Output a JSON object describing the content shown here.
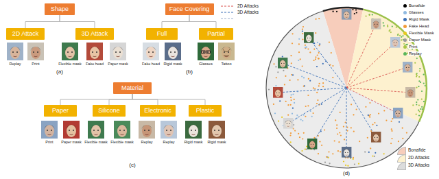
{
  "diagram": {
    "nodes": [
      {
        "text": [
          "Shape"
        ]
      },
      {
        "text": [
          "2D Attack"
        ]
      },
      {
        "text": [
          "3D Attack"
        ]
      },
      {
        "text": [
          "Face Covering"
        ]
      },
      {
        "text": [
          "Full"
        ]
      },
      {
        "text": [
          "Partial"
        ]
      },
      {
        "text": [
          "Material"
        ]
      },
      {
        "text": [
          "Paper"
        ]
      },
      {
        "text": [
          "Silicone"
        ]
      },
      {
        "text": [
          "Electronic"
        ]
      },
      {
        "text": [
          "Plastic"
        ]
      }
    ],
    "edges": [
      {
        "from": 0,
        "to": 1,
        "arrow": "none"
      },
      {
        "from": 0,
        "to": 2,
        "arrow": "none"
      },
      {
        "from": 3,
        "to": 4,
        "arrow": "none"
      },
      {
        "from": 3,
        "to": 5,
        "arrow": "none"
      },
      {
        "from": 6,
        "to": 7,
        "arrow": "none"
      },
      {
        "from": 6,
        "to": 8,
        "arrow": "none"
      },
      {
        "from": 6,
        "to": 9,
        "arrow": "none"
      },
      {
        "from": 6,
        "to": 10,
        "arrow": "none"
      }
    ],
    "labels": [
      "Replay",
      "Print",
      "Flexible mask",
      "Fake head",
      "Paper mask",
      "(a)",
      "Fake head",
      "Rigid mask",
      "Glasses",
      "Tattoo",
      "(b)",
      "Print",
      "Paper mask",
      "Flexible mask",
      "Flexible mask",
      "Replay",
      "Replay",
      "Rigid mask",
      "Rigid mask",
      "(c)",
      "(d)"
    ],
    "legend": [
      {
        "text": "2D Attacks"
      },
      {
        "text": "3D Attacks"
      },
      {
        "text": "Bonafide",
        "color": "#000000"
      },
      {
        "text": "Glasses",
        "color": "#8fb9e0"
      },
      {
        "text": "Rigid Mask",
        "color": "#3b6fb6"
      },
      {
        "text": "Fake Head",
        "color": "#f29b38"
      },
      {
        "text": "Flexible Mask",
        "color": "#e8c91f"
      },
      {
        "text": "Paper Mask",
        "color": "#9a9a9a"
      },
      {
        "text": "Print",
        "color": "#a8c545"
      },
      {
        "text": "Replay",
        "color": "#5ab65a"
      },
      {
        "text": "Bonafide",
        "color": "#f7cdbb"
      },
      {
        "text": "2D Attacks",
        "color": "#fdf1cf"
      },
      {
        "text": "3D Attacks",
        "color": "#dcdcdc"
      }
    ]
  }
}
